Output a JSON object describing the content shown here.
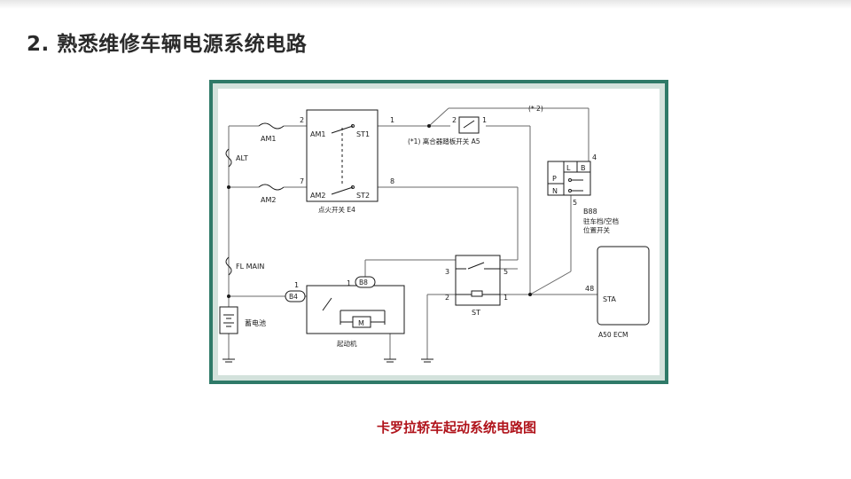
{
  "slide": {
    "title": "2. 熟悉维修车辆电源系统电路",
    "caption": "卡罗拉轿车起动系统电路图"
  },
  "diagram": {
    "labels": {
      "am1": "AM1",
      "alt": "ALT",
      "am2": "AM2",
      "fl_main": "FL MAIN",
      "b4": "B4",
      "battery": "蓄电池",
      "sw_am1": "AM1",
      "sw_st1": "ST1",
      "sw_am2": "AM2",
      "sw_st2": "ST2",
      "ignition_switch": "点火开关 E4",
      "clutch_switch": "(*1) 离合器踏板开关 A5",
      "note_star2": "(* 2)",
      "park_b88": "B88",
      "park_desc1": "驻车档/空档",
      "park_desc2": "位置开关",
      "p": "P",
      "n": "N",
      "l": "L",
      "bb": "B",
      "b8": "B8",
      "starter": "起动机",
      "motor": "M",
      "st_relay": "ST",
      "sta": "STA",
      "ecm": "A50 ECM"
    },
    "pins": {
      "p2": "2",
      "p7": "7",
      "p1": "1",
      "p8": "8",
      "a5_2": "2",
      "a5_1": "1",
      "pin4": "4",
      "pin5": "5",
      "b4_1": "1",
      "b8_1": "1",
      "st3": "3",
      "st5": "5",
      "st2": "2",
      "st1": "1",
      "p48": "48"
    }
  }
}
